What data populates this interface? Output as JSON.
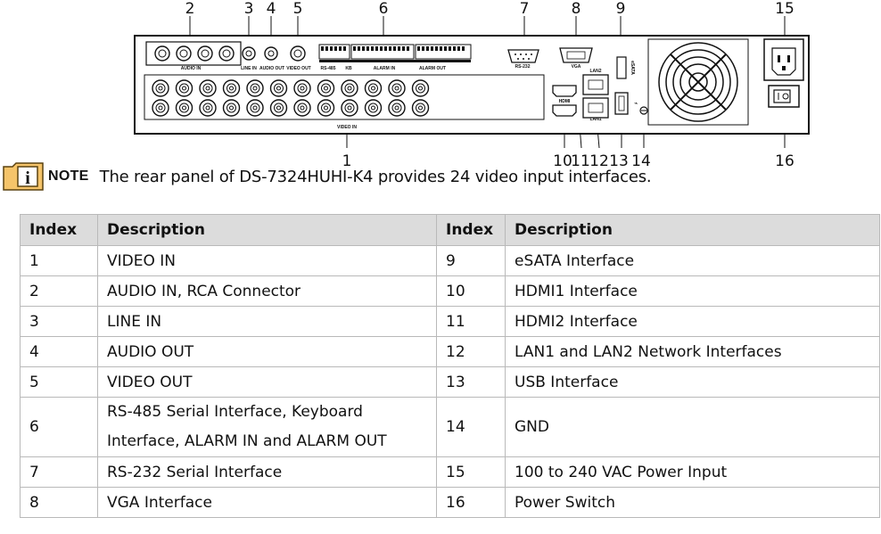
{
  "figure": {
    "callouts": {
      "c1": "1",
      "c2": "2",
      "c3": "3",
      "c4": "4",
      "c5": "5",
      "c6": "6",
      "c7": "7",
      "c8": "8",
      "c9": "9",
      "c10": "10",
      "c11": "11",
      "c12": "12",
      "c13": "13",
      "c14": "14",
      "c15": "15",
      "c16": "16"
    },
    "panel_labels": {
      "audio_in": "AUDIO IN",
      "line_in": "LINE IN",
      "audio_out": "AUDIO OUT",
      "video_out": "VIDEO OUT",
      "rs485": "RS-485",
      "kb": "KB",
      "alarm_in": "ALARM IN",
      "alarm_out": "ALARM OUT",
      "rs232": "RS-232",
      "vga": "VGA",
      "lan2": "LAN2",
      "lan1": "LAN1",
      "hdmi": "HDMI",
      "esata": "eSATA",
      "video_in": "VIDEO IN"
    }
  },
  "note": {
    "label": "NOTE",
    "text": "The rear panel of DS-7324HUHI-K4 provides 24 video input interfaces."
  },
  "table": {
    "headers": [
      "Index",
      "Description",
      "Index",
      "Description"
    ],
    "rows": [
      [
        "1",
        "VIDEO IN",
        "9",
        "eSATA Interface"
      ],
      [
        "2",
        "AUDIO IN, RCA Connector",
        "10",
        "HDMI1 Interface"
      ],
      [
        "3",
        "LINE IN",
        "11",
        "HDMI2 Interface"
      ],
      [
        "4",
        "AUDIO OUT",
        "12",
        "LAN1 and LAN2 Network Interfaces"
      ],
      [
        "5",
        "VIDEO OUT",
        "13",
        "USB Interface"
      ],
      [
        "6",
        "RS-485 Serial Interface, Keyboard Interface, ALARM IN and ALARM OUT",
        "14",
        "GND"
      ],
      [
        "7",
        "RS-232 Serial Interface",
        "15",
        "100 to 240 VAC Power Input"
      ],
      [
        "8",
        "VGA Interface",
        "16",
        "Power Switch"
      ]
    ]
  }
}
